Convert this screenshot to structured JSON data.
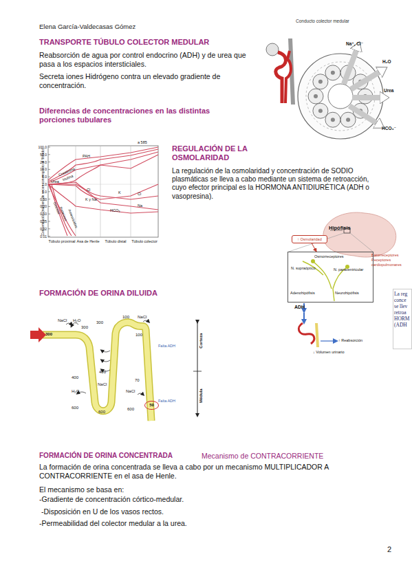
{
  "diagram": {
    "nodes": [
      {
        "text": [
          "↑ Osmolaridad"
        ]
      },
      {
        "text": [
          "Osmorreceptores",
          "N. supraóptico",
          "N. paraventricular",
          "Adenohipófisis",
          "Neurohipófisis"
        ]
      },
      {
        "text": [
          "50"
        ]
      },
      {
        "text": [
          "La reg conce se llev retroa HORM (ADH"
        ]
      }
    ],
    "edges": [
      {
        "from": 0,
        "to": 1,
        "arrow": "to"
      }
    ],
    "labels": [
      "Elena García-Valdecasas Gómez",
      "TRANSPORTE TÚBULO COLECTOR MEDULAR",
      "Reabsorción de agua por control endocrino (ADH) y de urea que pasa a los espacios intersticiales.",
      "Secreta iones Hidrógeno contra un elevado gradiente de concentración.",
      "Conducto colector medular",
      "Na⁺, Cl⁻",
      "H₂O",
      "Urea",
      "HCO₃⁻",
      "Diferencias de concentraciones en las distintas porciones tubulares",
      "100.0",
      "50.0",
      "20.0",
      "10.0",
      "5.0",
      "2.0",
      "1.0",
      "0.50",
      "0.20",
      "0.10",
      "0.05",
      "0.02",
      "0.01",
      "Concentración (número de veces con respecto al filtrado)",
      "a 585",
      "PAH",
      "Creatinina",
      "Inulina",
      "Urea",
      "K y Na",
      "Cl",
      "K",
      "Cl",
      "Na",
      "HCO₃",
      "Glucosa",
      "Proteínas",
      "Aminoácidos",
      "Túbulo proximal",
      "Asa de Henle",
      "Túbulo distal",
      "Túbulo colector",
      "REGULACIÓN DE LA OSMOLARIDAD",
      "La regulación de la osmolaridad y concentración de SODIO plasmáticas se lleva a cabo mediante un sistema de retroacción, cuyo efector principal es la HORMONA ANTIDIURÉTICA (ADH o vasopresina).",
      "Hipófisis",
      "Barorreceptores",
      "Receptores cardiopulmonares",
      "ADH",
      "↑ Reabsorción",
      "↓ Volumen urinario",
      "FORMACIÓN DE ORINA DILUIDA",
      "300",
      "NaCl",
      "H₂O",
      "300",
      "300",
      "100",
      "NaCl",
      "100",
      "Falta ADH",
      "400",
      "400",
      "NaCl",
      "H₂O",
      "600",
      "600",
      "600",
      "70",
      "NaCl",
      "Falta ADH",
      "Corteza",
      "Médula",
      "FORMACIÓN DE ORINA CONCENTRADA",
      "Mecanismo de CONTRACORRIENTE",
      "La formación de orina concentrada se lleva a cabo por un mecanismo MULTIPLICADOR A CONTRACORRIENTE en el asa de Henle.",
      "El mecanismo se basa en:",
      "-Gradiente de concentración córtico-medular.",
      "-Disposición en U de los vasos rectos.",
      "-Permeabilidad del colector medular a la urea.",
      "2"
    ]
  }
}
